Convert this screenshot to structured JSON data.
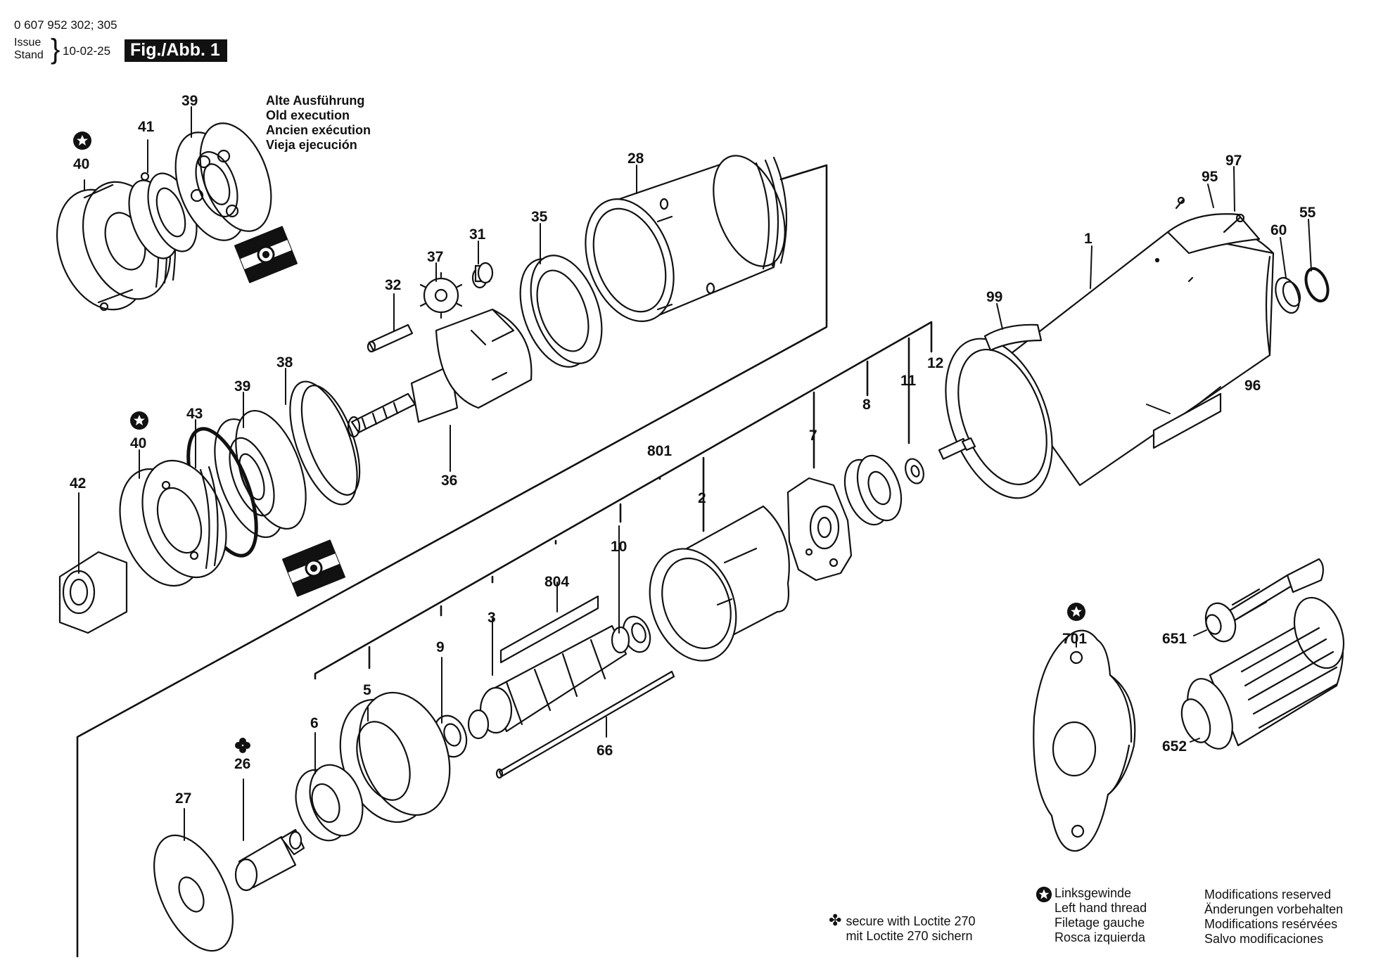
{
  "header": {
    "doc_code": "0 607 952 302; 305",
    "issue_label": "Issue",
    "stand_label": "Stand",
    "date": "10-02-25",
    "figure_label": "Fig./Abb. 1"
  },
  "old_execution_note": [
    "Alte Ausführung",
    "Old execution",
    "Ancien exécution",
    "Vieja ejecución"
  ],
  "part_labels": {
    "p1": "1",
    "p2": "2",
    "p3": "3",
    "p5": "5",
    "p6": "6",
    "p7": "7",
    "p8": "8",
    "p9": "9",
    "p10": "10",
    "p11": "11",
    "p12": "12",
    "p26": "26",
    "p27": "27",
    "p28": "28",
    "p31": "31",
    "p32": "32",
    "p35": "35",
    "p36": "36",
    "p37": "37",
    "p38": "38",
    "p39a": "39",
    "p39b": "39",
    "p40a": "40",
    "p40b": "40",
    "p41": "41",
    "p42": "42",
    "p43": "43",
    "p55": "55",
    "p60": "60",
    "p66": "66",
    "p95": "95",
    "p96": "96",
    "p97": "97",
    "p99": "99",
    "p651": "651",
    "p652": "652",
    "p701": "701",
    "p801": "801",
    "p804": "804"
  },
  "legend_loctite": [
    "secure with Loctite 270",
    "mit Loctite 270 sichern"
  ],
  "legend_left_thread": [
    "Linksgewinde",
    "Left hand thread",
    "Filetage gauche",
    "Rosca izquierda"
  ],
  "legend_modifications": [
    "Modifications reserved",
    "Änderungen vorbehalten",
    "Modifications resérvées",
    "Salvo modificaciones"
  ],
  "icons": {
    "left_thread": "star-circle-icon",
    "loctite": "four-leaf-clover-icon",
    "bearing_symbol": "bearing-symbol-icon"
  },
  "colors": {
    "ink": "#111111",
    "paper": "#ffffff"
  }
}
